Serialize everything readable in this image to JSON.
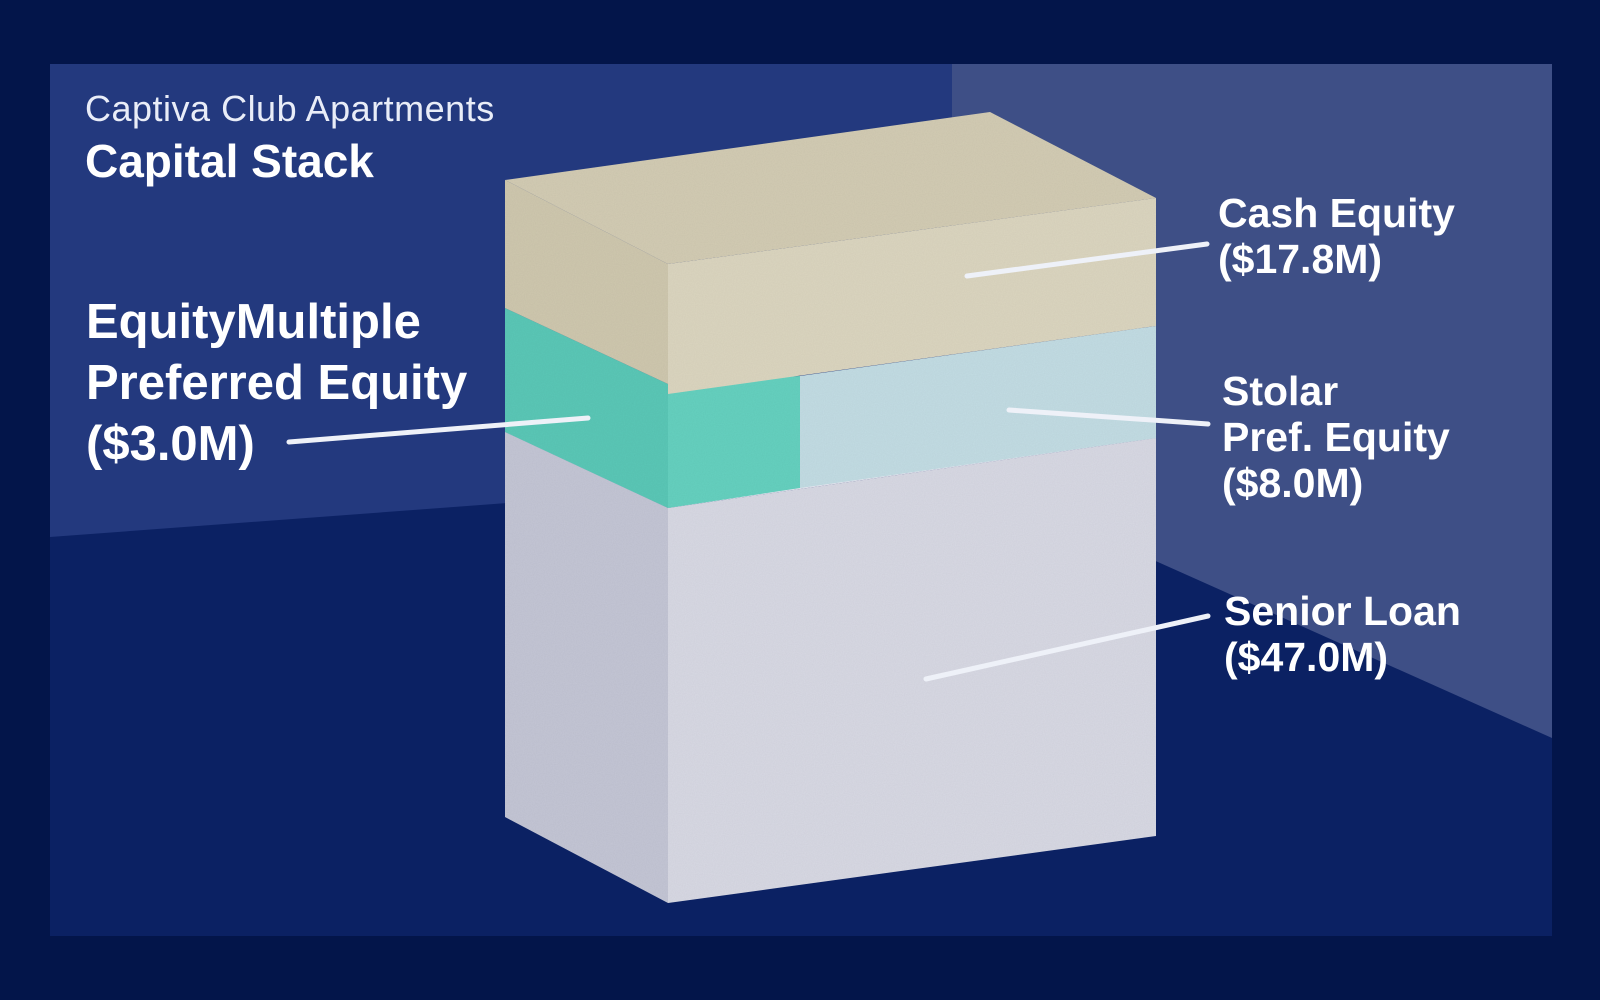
{
  "header": {
    "subtitle": "Captiva Club Apartments",
    "title": "Capital Stack"
  },
  "layers": {
    "cash_equity": {
      "line1": "Cash Equity",
      "line2": "($17.8M)",
      "color": "#dcd6c0"
    },
    "equitymultiple_pref": {
      "line1": "EquityMultiple",
      "line2": "Preferred Equity",
      "line3": "($3.0M)",
      "color": "#66d1c0"
    },
    "stolar_pref": {
      "line1": "Stolar",
      "line2": "Pref. Equity",
      "line3": "($8.0M)",
      "color": "#c3dde4"
    },
    "senior_loan": {
      "line1": "Senior Loan",
      "line2": "($47.0M)",
      "color": "#d8d9e4"
    }
  },
  "colors": {
    "outer_background": "#03154a",
    "panel_background": "#0b2163",
    "back_wall": "#23397e",
    "right_wall": "#3e4f86"
  }
}
